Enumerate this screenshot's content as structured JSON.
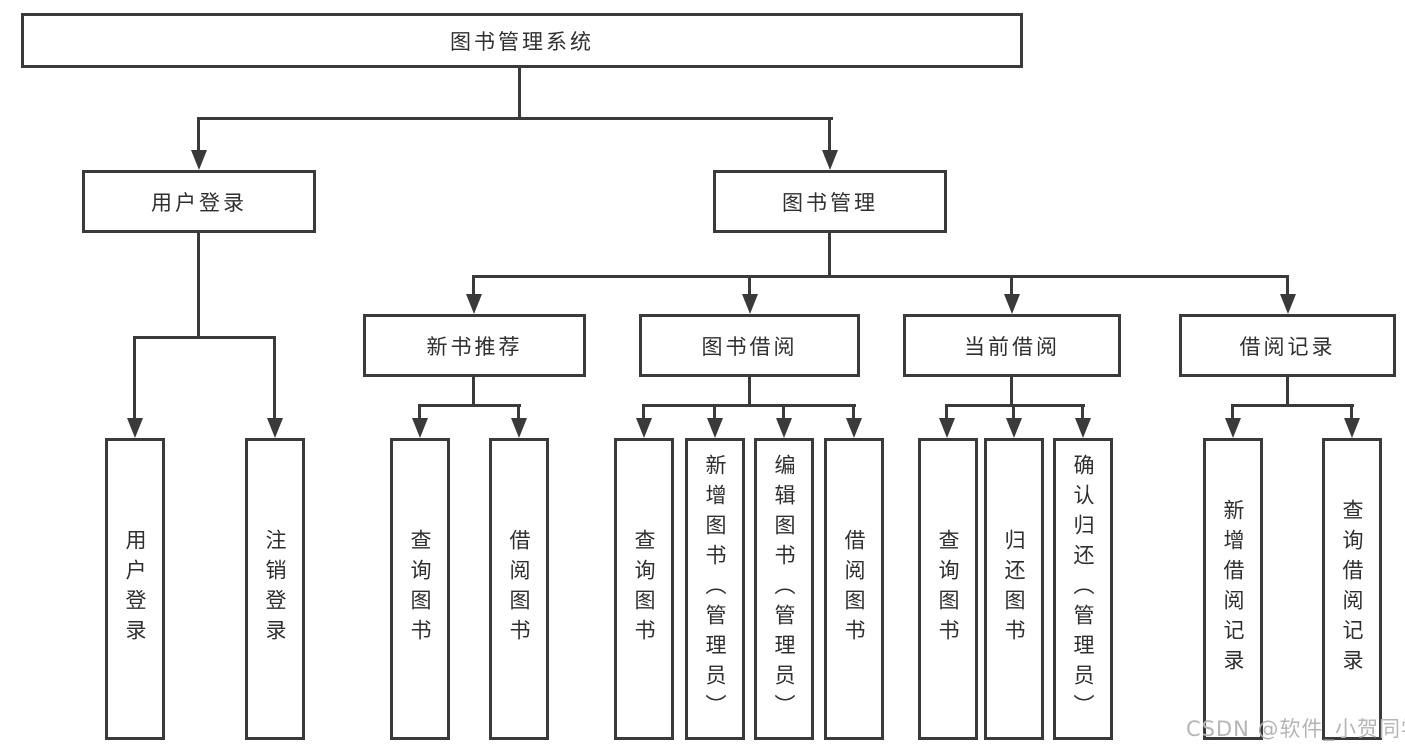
{
  "root": {
    "label": "图书管理系统"
  },
  "level2": [
    {
      "label": "用户登录"
    },
    {
      "label": "图书管理"
    }
  ],
  "level3": [
    {
      "label": "新书推荐"
    },
    {
      "label": "图书借阅"
    },
    {
      "label": "当前借阅"
    },
    {
      "label": "借阅记录"
    }
  ],
  "level4": {
    "user_login": [
      {
        "label": "用户登录"
      },
      {
        "label": "注销登录"
      }
    ],
    "new_book_recommendation": [
      {
        "label": "查询图书"
      },
      {
        "label": "借阅图书"
      }
    ],
    "book_borrowing": [
      {
        "label": "查询图书"
      },
      {
        "label": "新增图书（管理员）"
      },
      {
        "label": "编辑图书（管理员）"
      },
      {
        "label": "借阅图书"
      }
    ],
    "current_borrowing": [
      {
        "label": "查询图书"
      },
      {
        "label": "归还图书"
      },
      {
        "label": "确认归还（管理员）"
      }
    ],
    "borrowing_records": [
      {
        "label": "新增借阅记录"
      },
      {
        "label": "查询借阅记录"
      }
    ]
  },
  "watermark": "CSDN @软件_小贺同学",
  "colors": {
    "line": "#3a3a3a",
    "text": "#2f2f2f",
    "background": "#ffffff",
    "watermark": "#b5b5b5"
  }
}
